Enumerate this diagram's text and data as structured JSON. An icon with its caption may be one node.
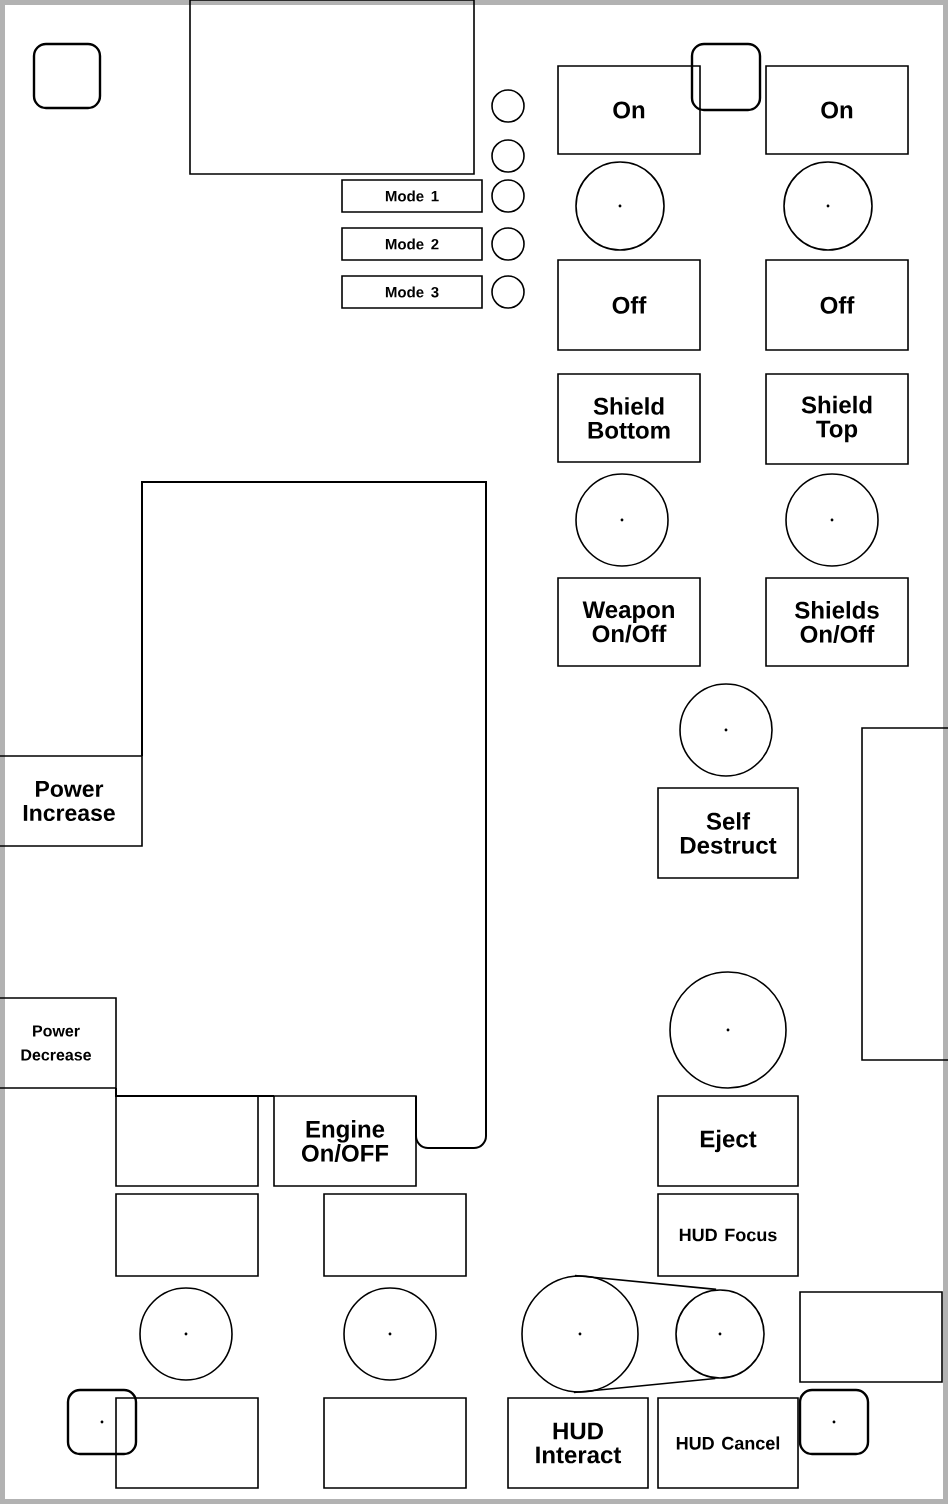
{
  "diagram": {
    "nodes": [
      {
        "text": [],
        "shape": "square"
      },
      {
        "text": [],
        "shape": "box"
      },
      {
        "text": [],
        "shape": "circle"
      },
      {
        "text": [],
        "shape": "circle"
      },
      {
        "text": [
          "On"
        ]
      },
      {
        "text": [],
        "shape": "square"
      },
      {
        "text": [
          "On"
        ]
      },
      {
        "text": [
          "Mode 1"
        ]
      },
      {
        "text": [],
        "shape": "circle"
      },
      {
        "text": [],
        "shape": "circle"
      },
      {
        "text": [],
        "shape": "circle"
      },
      {
        "text": [
          "Mode 2"
        ]
      },
      {
        "text": [],
        "shape": "circle"
      },
      {
        "text": [
          "Mode 3"
        ]
      },
      {
        "text": [],
        "shape": "circle"
      },
      {
        "text": [
          "Off"
        ]
      },
      {
        "text": [
          "Off"
        ]
      },
      {
        "text": [
          "Shield Bottom"
        ]
      },
      {
        "text": [
          "Shield Top"
        ]
      },
      {
        "text": [],
        "shape": "circle"
      },
      {
        "text": [],
        "shape": "circle"
      },
      {
        "text": [
          "Weapon On/Off"
        ]
      },
      {
        "text": [
          "Shields On/Off"
        ]
      },
      {
        "text": [],
        "shape": "circle"
      },
      {
        "text": [],
        "shape": "box"
      },
      {
        "text": [
          "Power Increase"
        ]
      },
      {
        "text": [
          "Self Destruct"
        ]
      },
      {
        "text": [
          "Power Decrease"
        ]
      },
      {
        "text": [],
        "shape": "circle"
      },
      {
        "text": [],
        "shape": "box"
      },
      {
        "text": [
          "Engine On/OFF"
        ]
      },
      {
        "text": [
          "Eject"
        ]
      },
      {
        "text": [],
        "shape": "box"
      },
      {
        "text": [],
        "shape": "box"
      },
      {
        "text": [
          "HUD Focus"
        ]
      },
      {
        "text": [],
        "shape": "box"
      },
      {
        "text": [],
        "shape": "circle"
      },
      {
        "text": [],
        "shape": "circle"
      },
      {
        "text": [],
        "shape": "circle"
      },
      {
        "text": [],
        "shape": "circle"
      },
      {
        "text": [],
        "shape": "square"
      },
      {
        "text": [],
        "shape": "box"
      },
      {
        "text": [],
        "shape": "box"
      },
      {
        "text": [
          "HUD Interact"
        ]
      },
      {
        "text": [
          "HUD Cancel"
        ]
      },
      {
        "text": [],
        "shape": "square"
      }
    ],
    "edges": [
      {
        "from": 38,
        "to": 39,
        "arrow": "none"
      },
      {
        "from": 38,
        "to": 39,
        "arrow": "none"
      }
    ]
  }
}
